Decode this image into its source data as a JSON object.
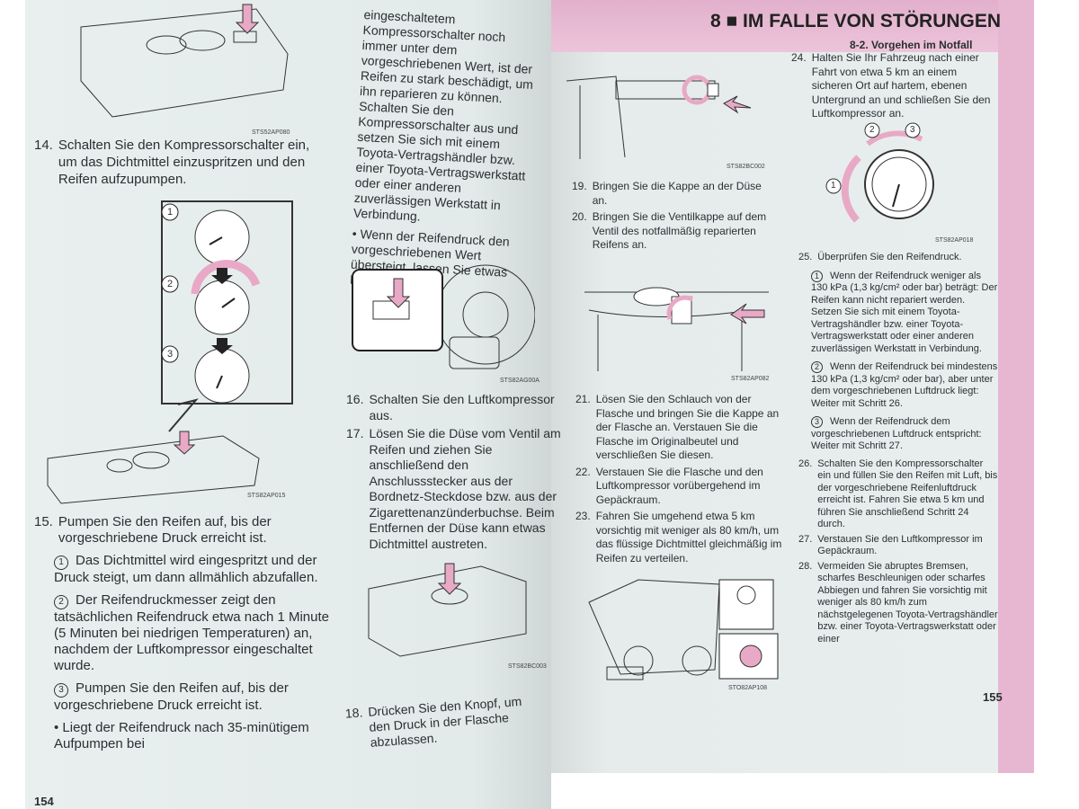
{
  "header": {
    "chapter": "8 ■ IM FALLE VON STÖRUNGEN",
    "section": "8-2. Vorgehen im Notfall"
  },
  "left_page": {
    "page_number": "154",
    "fig_codes": [
      "STS52AP080",
      "STS82AP015",
      "STS82AG00A",
      "STS82BC003"
    ],
    "step14": {
      "n": "14.",
      "text": "Schalten Sie den Kompressorschalter ein, um das Dichtmittel einzuspritzen und den Reifen aufzupumpen."
    },
    "gauge_labels": [
      "1",
      "2",
      "3"
    ],
    "step15": {
      "n": "15.",
      "text": "Pumpen Sie den Reifen auf, bis der vorgeschriebene Druck erreicht ist.",
      "subs": [
        {
          "n": "1",
          "text": "Das Dichtmittel wird eingespritzt und der Druck steigt, um dann allmählich abzufallen."
        },
        {
          "n": "2",
          "text": "Der Reifendruckmesser zeigt den tatsächlichen Reifendruck etwa nach 1 Minute (5 Minuten bei niedrigen Temperaturen) an, nachdem der Luftkompressor eingeschaltet wurde."
        },
        {
          "n": "3",
          "text": "Pumpen Sie den Reifen auf, bis der vorgeschriebene Druck erreicht ist."
        }
      ],
      "bullet": "• Liegt der Reifendruck nach 35-minütigem Aufpumpen bei"
    },
    "cont_text": "eingeschaltetem Kompressorschalter noch immer unter dem vorgeschriebenen Wert, ist der Reifen zu stark beschädigt, um ihn reparieren zu können. Schalten Sie den Kompressorschalter aus und setzen Sie sich mit einem Toyota-Vertragshändler bzw. einer Toyota-Vertragswerkstatt oder einer anderen zuverlässigen Werkstatt in Verbindung.",
    "cont_bullet": "• Wenn der Reifendruck den vorgeschriebenen Wert übersteigt, lassen Sie etwas Luft ab.",
    "step16": {
      "n": "16.",
      "text": "Schalten Sie den Luftkompressor aus."
    },
    "step17": {
      "n": "17.",
      "text": "Lösen Sie die Düse vom Ventil am Reifen und ziehen Sie anschließend den Anschlussstecker aus der Bordnetz-Steckdose bzw. aus der Zigarettenanzünderbuchse. Beim Entfernen der Düse kann etwas Dichtmittel austreten."
    },
    "step18": {
      "n": "18.",
      "text": "Drücken Sie den Knopf, um den Druck in der Flasche abzulassen."
    }
  },
  "right_page": {
    "page_number": "155",
    "fig_codes": [
      "STS82BC002",
      "STS82AP082",
      "STO82AP108",
      "STS82AP018"
    ],
    "step19": {
      "n": "19.",
      "text": "Bringen Sie die Kappe an der Düse an."
    },
    "step20": {
      "n": "20.",
      "text": "Bringen Sie die Ventilkappe auf dem Ventil des notfallmäßig reparierten Reifens an."
    },
    "step21": {
      "n": "21.",
      "text": "Lösen Sie den Schlauch von der Flasche und bringen Sie die Kappe an der Flasche an. Verstauen Sie die Flasche im Originalbeutel und verschließen Sie diesen."
    },
    "step22": {
      "n": "22.",
      "text": "Verstauen Sie die Flasche und den Luftkompressor vorübergehend im Gepäckraum."
    },
    "step23": {
      "n": "23.",
      "text": "Fahren Sie umgehend etwa 5 km vorsichtig mit weniger als 80 km/h, um das flüssige Dichtmittel gleichmäßig im Reifen zu verteilen."
    },
    "step24": {
      "n": "24.",
      "text": "Halten Sie Ihr Fahrzeug nach einer Fahrt von etwa 5 km an einem sicheren Ort auf hartem, ebenen Untergrund an und schließen Sie den Luftkompressor an."
    },
    "step25": {
      "n": "25.",
      "text": "Überprüfen Sie den Reifendruck.",
      "subs": [
        {
          "n": "1",
          "text": "Wenn der Reifendruck weniger als 130 kPa (1,3 kg/cm² oder bar) beträgt: Der Reifen kann nicht repariert werden. Setzen Sie sich mit einem Toyota-Vertragshändler bzw. einer Toyota-Vertragswerkstatt oder einer anderen zuverlässigen Werkstatt in Verbindung."
        },
        {
          "n": "2",
          "text": "Wenn der Reifendruck bei mindestens 130 kPa (1,3 kg/cm² oder bar), aber unter dem vorgeschriebenen Luftdruck liegt: Weiter mit Schritt 26."
        },
        {
          "n": "3",
          "text": "Wenn der Reifendruck dem vorgeschriebenen Luftdruck entspricht: Weiter mit Schritt 27."
        }
      ]
    },
    "step26": {
      "n": "26.",
      "text": "Schalten Sie den Kompressorschalter ein und füllen Sie den Reifen mit Luft, bis der vorgeschriebene Reifenluftdruck erreicht ist. Fahren Sie etwa 5 km und führen Sie anschließend Schritt 24 durch."
    },
    "step27": {
      "n": "27.",
      "text": "Verstauen Sie den Luftkompressor im Gepäckraum."
    },
    "step28": {
      "n": "28.",
      "text": "Vermeiden Sie abruptes Bremsen, scharfes Beschleunigen oder scharfes Abbiegen und fahren Sie vorsichtig mit weniger als 80 km/h zum nächstgelegenen Toyota-Vertragshändler bzw. einer Toyota-Vertragswerkstatt oder einer"
    },
    "gauge_labels": [
      "1",
      "2",
      "3"
    ]
  },
  "colors": {
    "accent_pink": "#e7b6d1",
    "arrow_pink": "#e8a9c6",
    "paper": "#e6eded"
  }
}
